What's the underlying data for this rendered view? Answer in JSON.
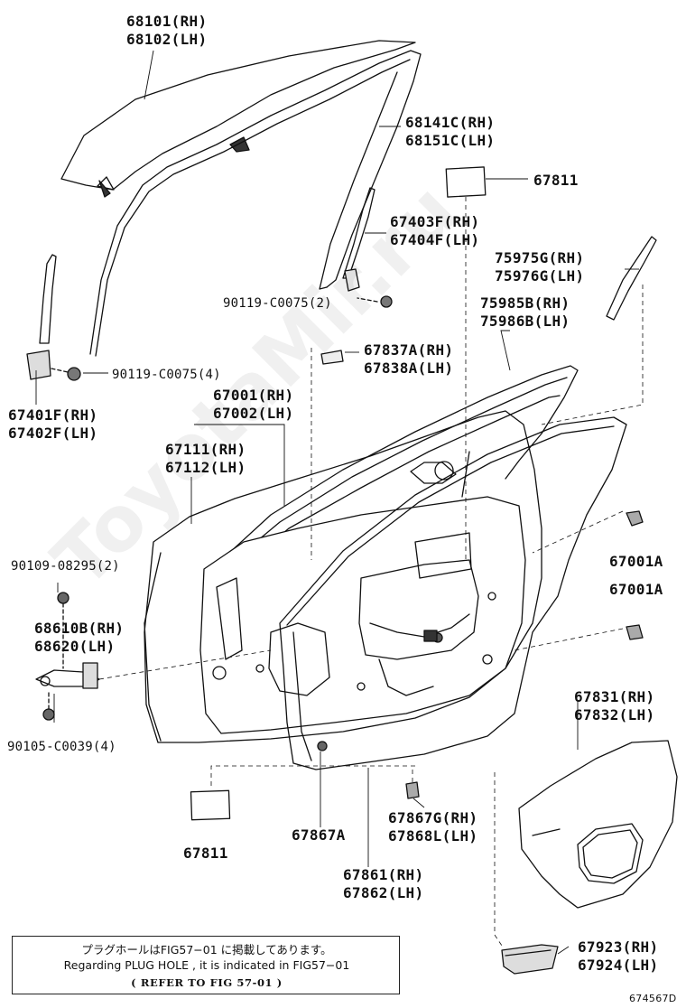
{
  "labels": {
    "glass": [
      "68101(RH)",
      "68102(LH)"
    ],
    "glass_run": [
      "68141C(RH)",
      "68151C(LH)"
    ],
    "pad_top": "67811",
    "channel_rear": [
      "67403F(RH)",
      "67404F(LH)"
    ],
    "moulding": [
      "75975G(RH)",
      "75976G(LH)"
    ],
    "bolt_rear": "90119-C0075(2)",
    "weatherstrip_outer": [
      "75985B(RH)",
      "75986B(LH)"
    ],
    "plug": [
      "67837A(RH)",
      "67838A(LH)"
    ],
    "bolt_front": "90119-C0075(4)",
    "channel_front": [
      "67401F(RH)",
      "67402F(LH)"
    ],
    "door_panel": [
      "67001(RH)",
      "67002(LH)"
    ],
    "panel_sub": [
      "67111(RH)",
      "67112(LH)"
    ],
    "bolt_hinge": "90109-08295(2)",
    "clip_a": "67001A",
    "clip_b": "67001A",
    "check": [
      "68610B(RH)",
      "68620(LH)"
    ],
    "bolt_check": "90105-C0039(4)",
    "cover": [
      "67831(RH)",
      "67832(LH)"
    ],
    "pad_bottom": "67811",
    "plug_a": "67867A",
    "plug_g": [
      "67867G(RH)",
      "67868L(LH)"
    ],
    "weatherstrip_door": [
      "67861(RH)",
      "67862(LH)"
    ],
    "seal": [
      "67923(RH)",
      "67924(LH)"
    ]
  },
  "note": {
    "line1": "プラグホールはFIG57−01 に掲載してあります。",
    "line2": "Regarding  PLUG HOLE , it is indicated  in FIG57−01",
    "line3": "( REFER TO FIG 57-01 )"
  },
  "watermark": "ToyotaMir.ru",
  "code": "674567D"
}
